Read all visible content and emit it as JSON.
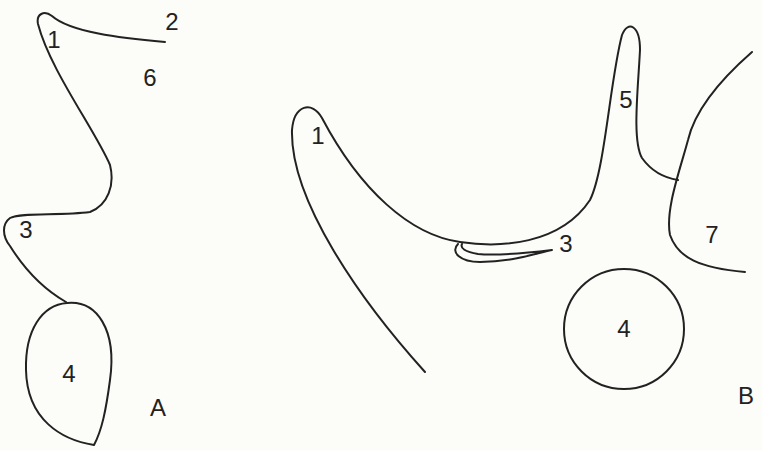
{
  "diagram": {
    "nodes": [
      {
        "text": [
          "4"
        ]
      },
      {
        "text": [
          "4"
        ]
      }
    ],
    "labels": [
      "1",
      "2",
      "6",
      "3",
      "A",
      "1",
      "5",
      "3",
      "7",
      "B"
    ]
  }
}
